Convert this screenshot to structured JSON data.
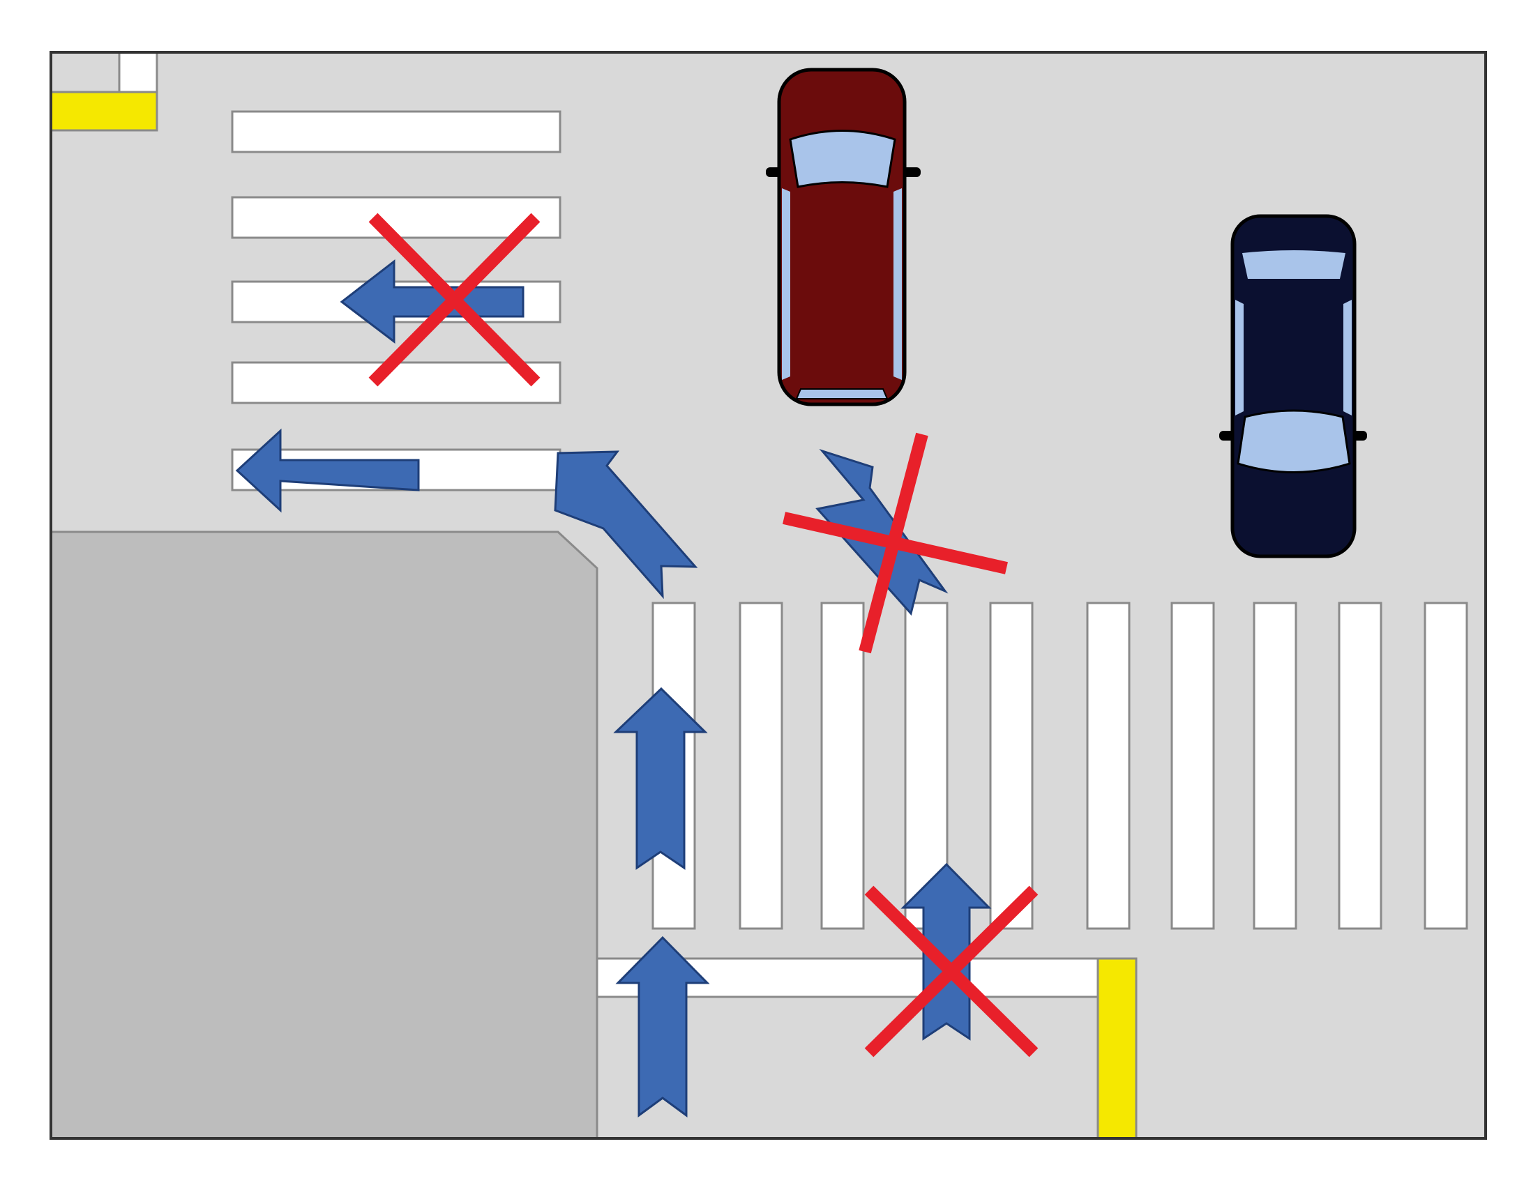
{
  "diagram": {
    "description_text": "",
    "colors": {
      "road": "#d9d9d9",
      "sidewalk": "#bdbdbd",
      "crosswalk_stripe": "#ffffff",
      "curb_marker": "#f5e800",
      "arrow": "#3d6ab3",
      "prohibited_mark": "#e8202a",
      "car_maroon": "#6b0c0c",
      "car_navy": "#0b1030",
      "car_glass": "#a9c4ea",
      "frame": "#333333"
    },
    "arrows": [
      {
        "id": "straight-lower",
        "meaning": "allowed"
      },
      {
        "id": "straight-upper",
        "meaning": "allowed"
      },
      {
        "id": "diagonal-left",
        "meaning": "allowed"
      },
      {
        "id": "left-along-crosswalk",
        "meaning": "allowed"
      },
      {
        "id": "left-top-crosswalk",
        "meaning": "prohibited"
      },
      {
        "id": "diagonal-middle",
        "meaning": "prohibited"
      },
      {
        "id": "straight-right",
        "meaning": "prohibited"
      }
    ],
    "vehicles": [
      {
        "id": "car-maroon",
        "color_name": "maroon"
      },
      {
        "id": "car-navy",
        "color_name": "navy"
      }
    ]
  }
}
